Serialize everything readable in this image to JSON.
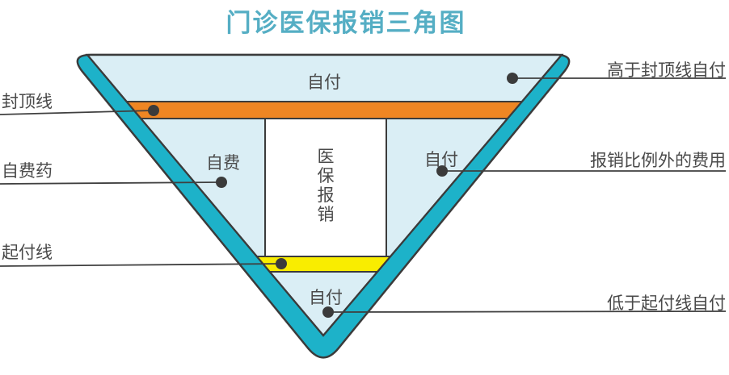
{
  "title": "门诊医保报销三角图",
  "colors": {
    "band_teal": "#1db2c9",
    "inner_light_blue": "#daeef5",
    "cap_line_orange": "#ef8623",
    "deductible_yellow": "#f9ed00",
    "outline_dark": "#3b3b3b",
    "title_teal": "#55aec4",
    "label_gray": "#4a4a4a"
  },
  "triangle": {
    "top_region_label": "自付",
    "left_region_label": "自费",
    "right_region_label": "自付",
    "bottom_region_label": "自付",
    "center_label": "医保报销"
  },
  "left_labels": [
    {
      "label": "封顶线"
    },
    {
      "label": "自费药"
    },
    {
      "label": "起付线"
    }
  ],
  "right_labels": [
    {
      "label": "高于封顶线自付"
    },
    {
      "label": "报销比例外的费用"
    },
    {
      "label": "低于起付线自付"
    }
  ]
}
